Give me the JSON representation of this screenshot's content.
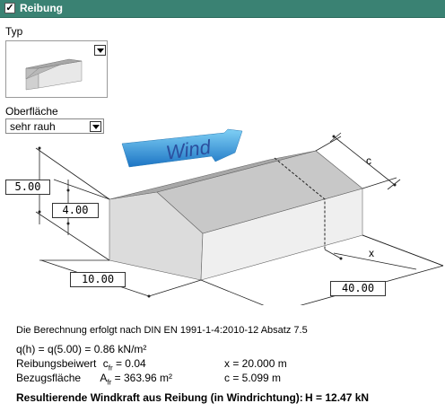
{
  "panel": {
    "title": "Reibung",
    "checked_mark": "✓"
  },
  "typ": {
    "label": "Typ"
  },
  "oberflaeche": {
    "label": "Oberfläche",
    "value": "sehr rauh"
  },
  "diagram": {
    "wind_label": "Wind",
    "dims": {
      "d1": "5.00",
      "d2": "4.00",
      "d3": "10.00",
      "d4": "40.00"
    },
    "c_label": "c",
    "x_label": "x"
  },
  "results": {
    "norm_text": "Die Berechnung erfolgt nach DIN EN 1991-1-4:2010-12 Absatz 7.5",
    "qh": "q(h) = q(5.00) = 0.86 kN/m²",
    "cfr_label": "Reibungsbeiwert",
    "cfr_sym": "c",
    "cfr_sub": "fr",
    "cfr_value": "= 0.04",
    "x_text": "x = 20.000 m",
    "afr_label": "Bezugsfläche",
    "afr_sym": "A",
    "afr_sub": "fr",
    "afr_value": "= 363.96 m²",
    "c_text": "c = 5.099 m",
    "result_label": "Resultierende Windkraft aus Reibung (in Windrichtung):",
    "result_value": "H = 12.47 kN"
  },
  "colors": {
    "titlebar": "#3a8273",
    "arrow_top": "#6ec8f0",
    "arrow_bottom": "#1a78c8"
  }
}
